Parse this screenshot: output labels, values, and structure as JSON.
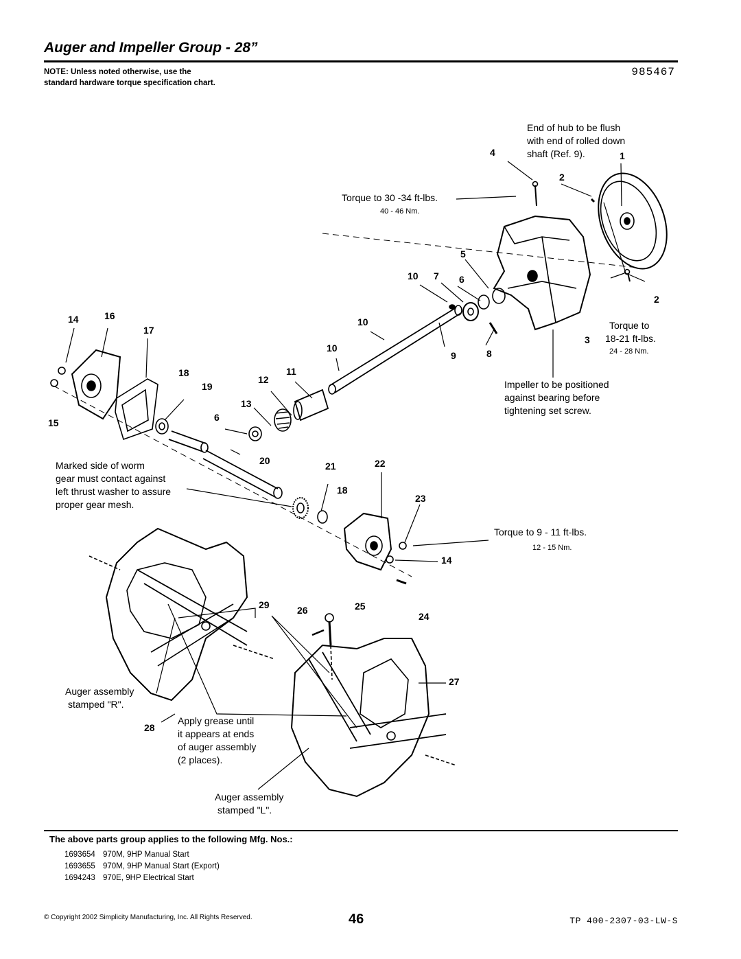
{
  "header": {
    "title": "Auger and Impeller Group - 28”",
    "code": "985467",
    "note": "NOTE: Unless noted otherwise, use the standard hardware torque specification chart."
  },
  "diagram": {
    "callouts": {
      "c1": "1",
      "c2a": "2",
      "c2b": "2",
      "c3": "3",
      "c4": "4",
      "c5": "5",
      "c6a": "6",
      "c6b": "6",
      "c7": "7",
      "c8": "8",
      "c9": "9",
      "c10a": "10",
      "c10b": "10",
      "c10c": "10",
      "c11": "11",
      "c12": "12",
      "c13": "13",
      "c14a": "14",
      "c14b": "14",
      "c15": "15",
      "c16": "16",
      "c17": "17",
      "c18a": "18",
      "c18b": "18",
      "c19": "19",
      "c20": "20",
      "c21": "21",
      "c22": "22",
      "c23": "23",
      "c24": "24",
      "c25": "25",
      "c26": "26",
      "c27": "27",
      "c28": "28",
      "c29": "29"
    },
    "notes": {
      "hub_l1": "End of hub to be flush",
      "hub_l2": "with end of rolled down",
      "hub_l3": "shaft (Ref. 9).",
      "torque_top": "Torque to 30 -34 ft-lbs.",
      "torque_top_nm": "40 - 46 Nm.",
      "torque_right_l1": "Torque to",
      "torque_right_l2": "18-21 ft-lbs.",
      "torque_right_nm": "24 - 28 Nm.",
      "impeller_l1": "Impeller to be positioned",
      "impeller_l2": "against bearing before",
      "impeller_l3": "tightening set screw.",
      "worm_l1": "Marked side of worm",
      "worm_l2": "gear must contact against",
      "worm_l3": "left thrust washer to assure",
      "worm_l4": "proper gear mesh.",
      "torque_mid": "Torque to 9 - 11 ft-lbs.",
      "torque_mid_nm": "12 - 15 Nm.",
      "auger_r_l1": "Auger assembly",
      "auger_r_l2": "stamped \"R\".",
      "grease_l1": "Apply grease until",
      "grease_l2": "it appears at ends",
      "grease_l3": "of auger assembly",
      "grease_l4": "(2 places).",
      "auger_l_l1": "Auger assembly",
      "auger_l_l2": "stamped \"L\"."
    }
  },
  "applies": {
    "heading": "The above parts group applies to the following Mfg. Nos.:",
    "rows": [
      {
        "num": "1693654",
        "desc": "970M, 9HP Manual Start"
      },
      {
        "num": "1693655",
        "desc": "970M, 9HP Manual Start (Export)"
      },
      {
        "num": "1694243",
        "desc": "970E, 9HP Electrical Start"
      }
    ]
  },
  "footer": {
    "copyright": "© Copyright 2002 Simplicity Manufacturing, Inc. All Rights Reserved.",
    "page": "46",
    "doc_code": "TP 400-2307-03-LW-S"
  }
}
